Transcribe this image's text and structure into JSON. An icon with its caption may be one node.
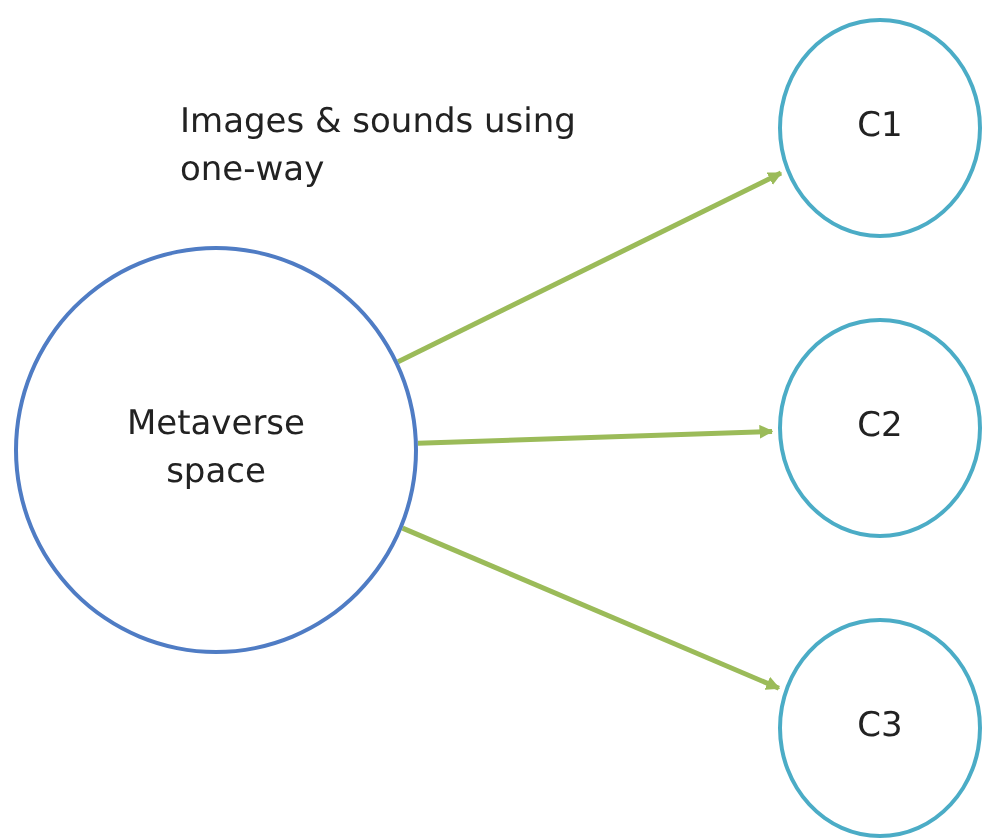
{
  "diagram": {
    "nodes": [
      {
        "text": [
          "Metaverse space"
        ]
      },
      {
        "text": [
          "C1"
        ]
      },
      {
        "text": [
          "C2"
        ]
      },
      {
        "text": [
          "C3"
        ]
      }
    ],
    "edges": [
      {
        "from": 0,
        "to": 1,
        "arrow": "to"
      },
      {
        "from": 0,
        "to": 2,
        "arrow": "to"
      },
      {
        "from": 0,
        "to": 3,
        "arrow": "to"
      }
    ],
    "labels": [
      "Images & sounds using one-way"
    ]
  }
}
